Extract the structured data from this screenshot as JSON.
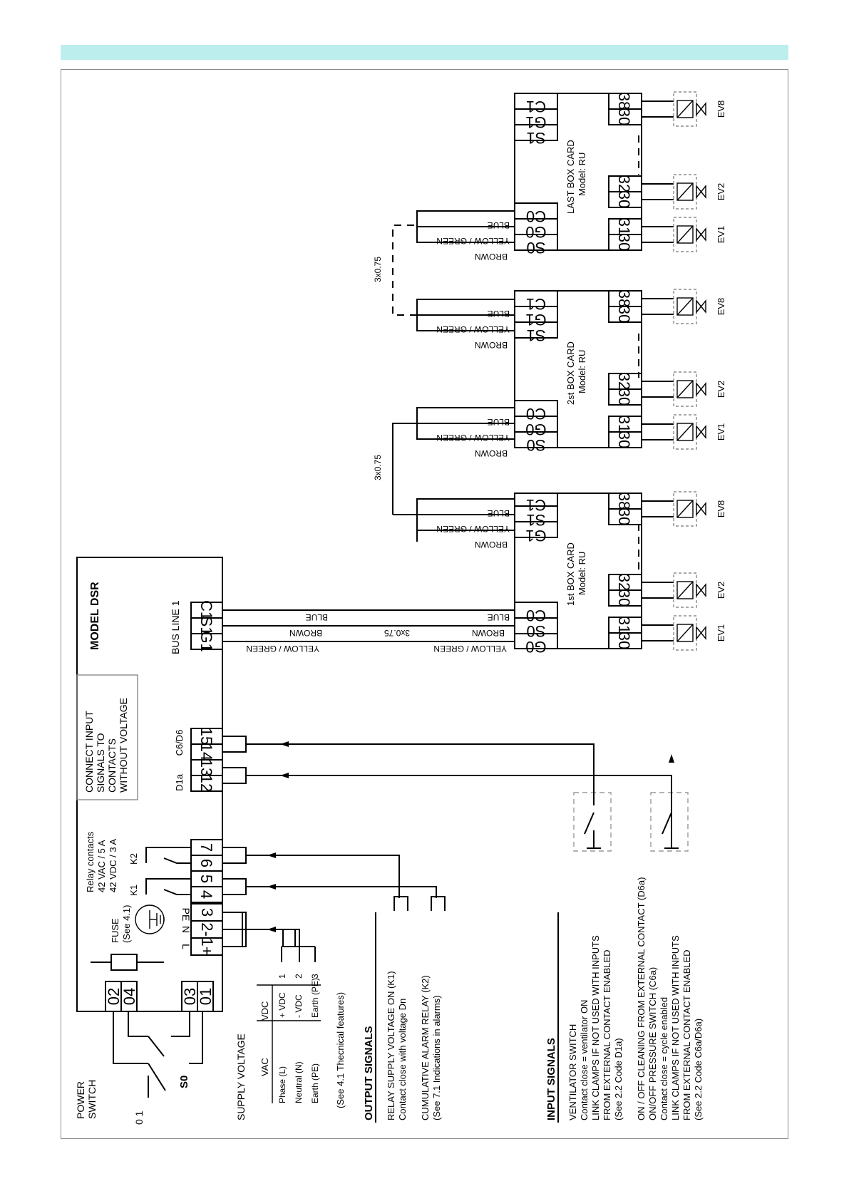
{
  "colors": {
    "band": "#bdeeee",
    "frame": "#8a8a8a"
  },
  "model": "MODEL DSR",
  "bus_line": "BUS LINE 1",
  "connect_note": [
    "CONNECT INPUT",
    "SIGNALS TO",
    "CONTACTS",
    "WITHOUT VOLTAGE"
  ],
  "relay": {
    "title": "Relay contacts",
    "ac": "42 VAC / 5 A",
    "dc": "42 VDC / 3 A",
    "k1": "K1",
    "k2": "K2"
  },
  "fuse": [
    "FUSE",
    "(See 4.1)"
  ],
  "power_switch": [
    "POWER",
    "SWITCH"
  ],
  "switch_label": "S0",
  "switch_positions": "0 1",
  "pwr_terminals": [
    "02",
    "04",
    "03",
    "01"
  ],
  "supply_terminals": [
    "1+",
    "2-",
    "3"
  ],
  "supply_marks": [
    "L",
    "N",
    "PE"
  ],
  "relay_terminals": [
    "4",
    "5",
    "6",
    "7"
  ],
  "input_terminals": [
    "12",
    "13",
    "14",
    "15"
  ],
  "input_labels": [
    "D1a",
    "C6/D6"
  ],
  "bus_terminals": [
    "G1",
    "S1",
    "C1"
  ],
  "wires": {
    "blue": "BLUE",
    "brown": "BROWN",
    "yg": "YELLOW / GREEN",
    "cable": "3x0.75"
  },
  "supply": {
    "title": "SUPPLY VOLTAGE",
    "col_vac": "VAC",
    "col_vdc": "VDC",
    "rows": [
      {
        "vac": "Phase (L)",
        "vdc": "+ VDC",
        "n": "1"
      },
      {
        "vac": "Neutral (N)",
        "vdc": "- VDC",
        "n": "2"
      },
      {
        "vac": "Earth (PE)",
        "vdc": "Earth (PE)",
        "n": "3"
      }
    ],
    "note": "(See 4.1 Thecnical features)"
  },
  "output": {
    "title": "OUTPUT SIGNALS",
    "lines": [
      "RELAY SUPPLY VOLTAGE ON (K1)",
      "Contact close with voltage Dn",
      "",
      "CUMULATIVE ALARM RELAY (K2)",
      "(See 7.1 Indications in alarms)"
    ]
  },
  "input": {
    "title": "INPUT SIGNALS",
    "lines": [
      "VENTILATOR SWITCH",
      "Contact close = ventilator ON",
      "LINK CLAMPS IF NOT USED WITH INPUTS",
      "FROM EXTERNAL CONTACT ENABLED",
      "(See 2.2 Code D1a)",
      "",
      "ON / OFF CLEANING FROM EXTERNAL CONTACT (D6a)",
      "ON/OFF PRESSURE SWITCH (C6a)",
      "Contact close = cycle enabled",
      "LINK CLAMPS IF NOT USED WITH INPUTS",
      "FROM EXTERNAL CONTACT ENABLED",
      "(See 2.2 Code C6a/D6a)"
    ]
  },
  "cards": [
    {
      "name": "1st BOX CARD",
      "model": "Model: RU",
      "in": [
        "G0",
        "S0",
        "C0"
      ],
      "out": [
        "G1",
        "S1",
        "C1"
      ],
      "outs": [
        [
          "30",
          "31"
        ],
        [
          "30",
          "32"
        ],
        [
          "30",
          "38"
        ]
      ],
      "ev": [
        "EV1",
        "EV2",
        "EV8"
      ]
    },
    {
      "name": "2st BOX CARD",
      "model": "Model: RU",
      "in": [
        "S0",
        "G0",
        "C0"
      ],
      "out": [
        "S1",
        "G1",
        "C1"
      ],
      "outs": [
        [
          "30",
          "31"
        ],
        [
          "30",
          "32"
        ],
        [
          "30",
          "38"
        ]
      ],
      "ev": [
        "EV1",
        "EV2",
        "EV8"
      ]
    },
    {
      "name": "LAST BOX CARD",
      "model": "Model: RU",
      "in": [
        "S0",
        "G0",
        "C0"
      ],
      "out": [
        "S1",
        "G1",
        "C1"
      ],
      "outs": [
        [
          "30",
          "31"
        ],
        [
          "30",
          "32"
        ],
        [
          "30",
          "38"
        ]
      ],
      "ev": [
        "EV1",
        "EV2",
        "EV8"
      ]
    }
  ]
}
